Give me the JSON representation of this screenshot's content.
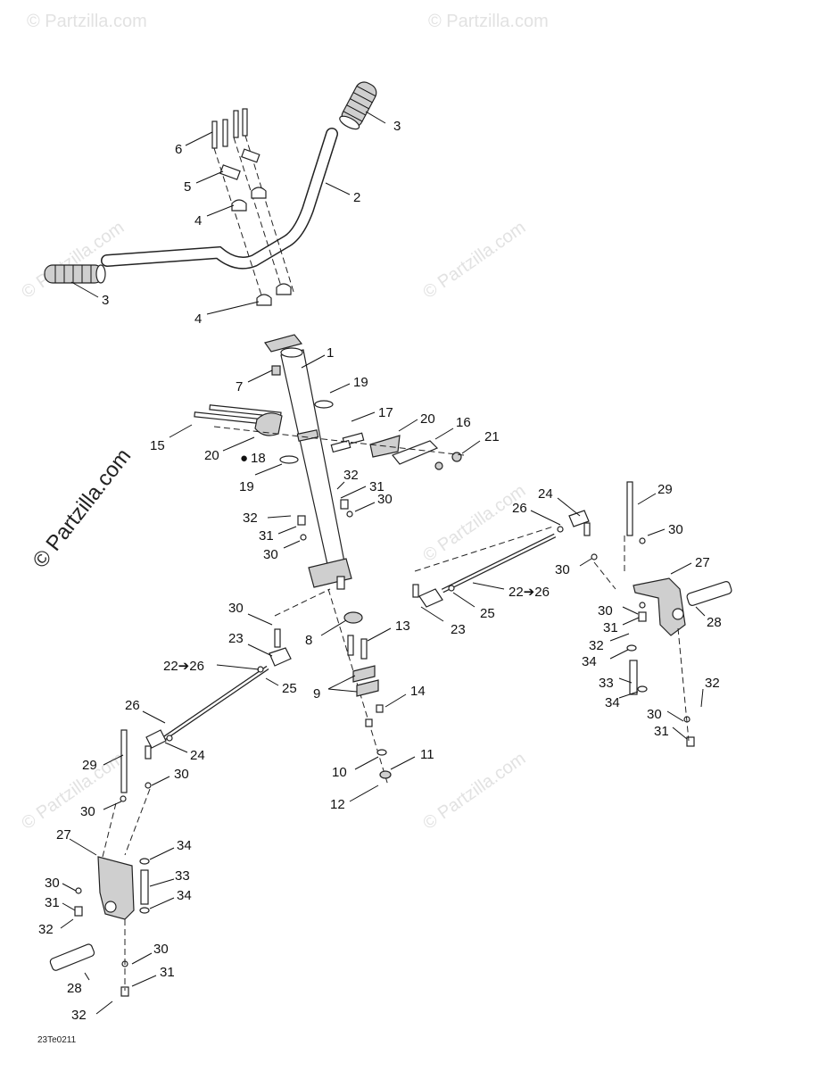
{
  "watermark": {
    "faint": "© Partzilla.com",
    "main": "© Partzilla.com"
  },
  "figure_code": "23Te0211",
  "callouts": {
    "c1": "1",
    "c2": "2",
    "c3a": "3",
    "c3b": "3",
    "c4a": "4",
    "c4b": "4",
    "c5": "5",
    "c6": "6",
    "c7": "7",
    "c8": "8",
    "c9": "9",
    "c10": "10",
    "c11": "11",
    "c12": "12",
    "c13": "13",
    "c14": "14",
    "c15": "15",
    "c16": "16",
    "c17": "17",
    "c18": "18",
    "c19a": "19",
    "c19b": "19",
    "c20a": "20",
    "c20b": "20",
    "c21": "21",
    "c22a": "22➔26",
    "c22b": "22➔26",
    "c23a": "23",
    "c23b": "23",
    "c24a": "24",
    "c24b": "24",
    "c25a": "25",
    "c25b": "25",
    "c26a": "26",
    "c26b": "26",
    "c27a": "27",
    "c27b": "27",
    "c28a": "28",
    "c28b": "28",
    "c29a": "29",
    "c29b": "29",
    "c30a": "30",
    "c30b": "30",
    "c30c": "30",
    "c30d": "30",
    "c30e": "30",
    "c30f": "30",
    "c30g": "30",
    "c30h": "30",
    "c30i": "30",
    "c30j": "30",
    "c31a": "31",
    "c31b": "31",
    "c31c": "31",
    "c31d": "31",
    "c31e": "31",
    "c31f": "31",
    "c32a": "32",
    "c32b": "32",
    "c32c": "32",
    "c32d": "32",
    "c32e": "32",
    "c33a": "33",
    "c33b": "33",
    "c34a": "34",
    "c34b": "34",
    "c34c": "34",
    "c34d": "34"
  }
}
